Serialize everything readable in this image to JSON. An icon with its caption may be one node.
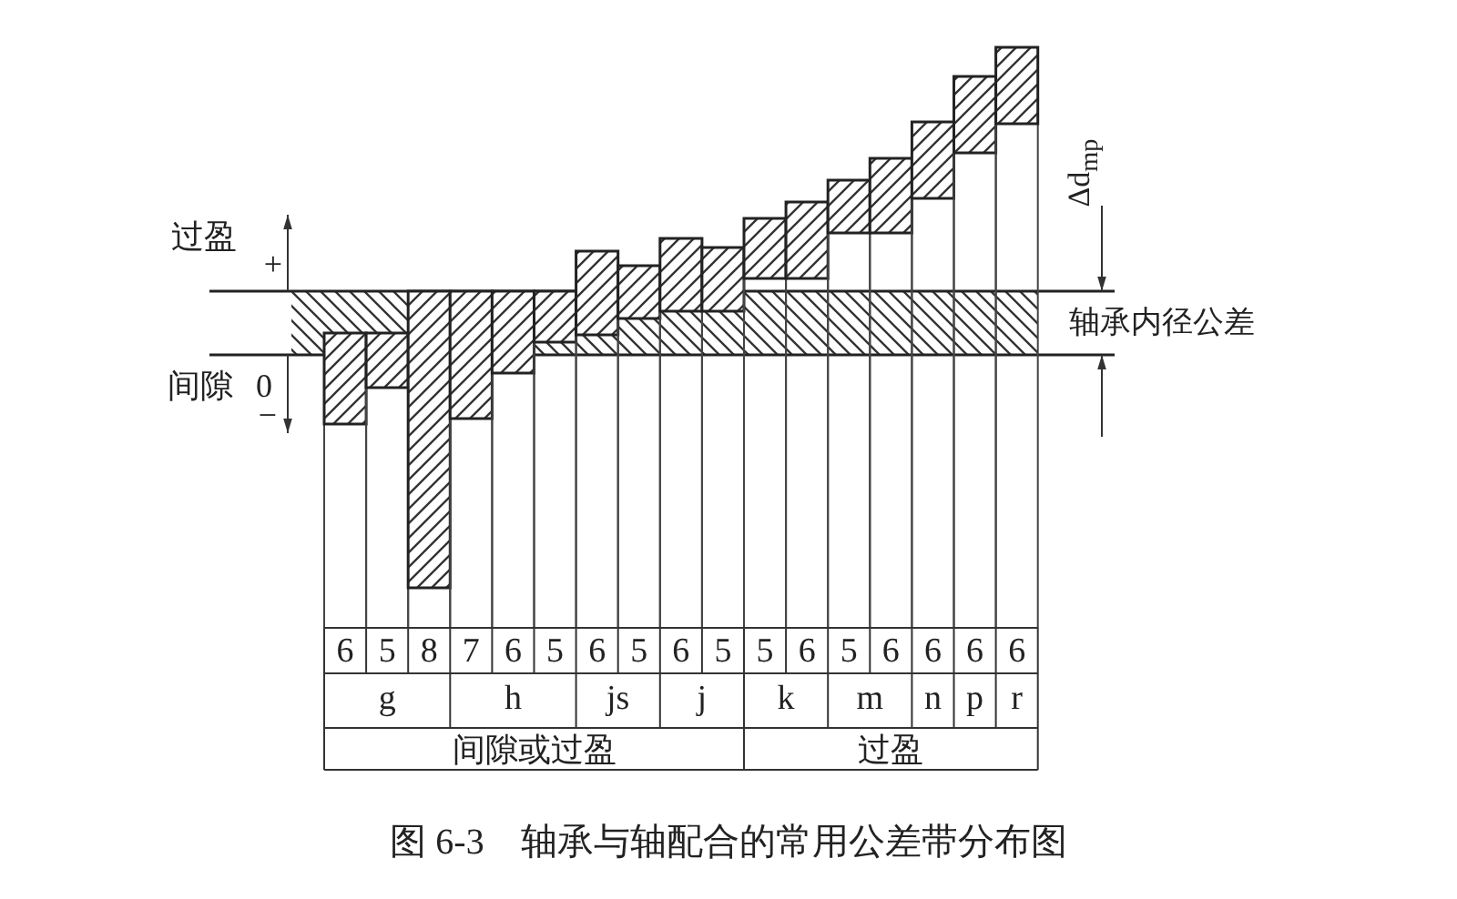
{
  "diagram": {
    "caption": "图 6-3　轴承与轴配合的常用公差带分布图",
    "labels": [
      "过盈",
      "+",
      "间隙",
      "0",
      "−",
      "Δd$_{mp}$",
      "轴承内径公差",
      "6",
      "5",
      "8",
      "7",
      "6",
      "5",
      "6",
      "5",
      "6",
      "5",
      "5",
      "6",
      "5",
      "6",
      "6",
      "6",
      "6",
      "g",
      "h",
      "js",
      "j",
      "k",
      "m",
      "n",
      "p",
      "r",
      "间隙或过盈",
      "过盈"
    ]
  }
}
